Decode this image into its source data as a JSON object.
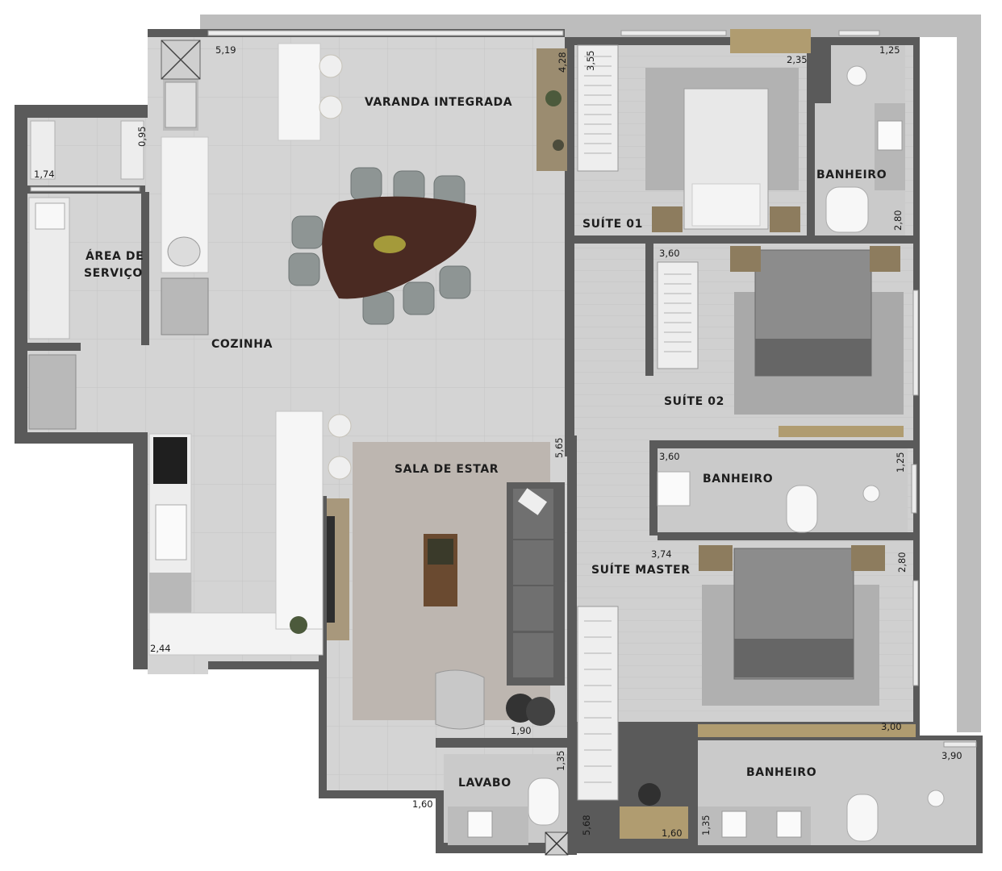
{
  "colors": {
    "wall": "#5a5a5a",
    "floor_dark": "#cfcfcf",
    "floor_light": "#d9d9d9",
    "rug": "#bdb6b0",
    "table_wood": "#4a2a22",
    "counter": "#f2f2f2"
  },
  "rooms": {
    "varanda": "VARANDA INTEGRADA",
    "suite01": "SUÍTE 01",
    "area_servico_1": "ÁREA DE",
    "area_servico_2": "SERVIÇO",
    "cozinha": "COZINHA",
    "suite02": "SUÍTE 02",
    "sala": "SALA DE ESTAR",
    "banheiro_s01": "BANHEIRO",
    "banheiro_s02": "BANHEIRO",
    "suite_master": "SUÍTE MASTER",
    "lavabo": "LAVABO",
    "banheiro_master": "BANHEIRO"
  },
  "dimensions": {
    "d_5_19": "5,19",
    "d_4_28": "4,28",
    "d_3_55": "3,55",
    "d_2_35": "2,35",
    "d_1_25_top": "1,25",
    "d_0_95": "0,95",
    "d_1_74": "1,74",
    "d_2_80_top": "2,80",
    "d_3_60_a": "3,60",
    "d_5_65": "5,65",
    "d_3_60_b": "3,60",
    "d_1_25_mid": "1,25",
    "d_3_74": "3,74",
    "d_2_80_mid": "2,80",
    "d_2_44": "2,44",
    "d_1_90": "1,90",
    "d_3_00": "3,00",
    "d_3_90": "3,90",
    "d_1_35_a": "1,35",
    "d_1_60_a": "1,60",
    "d_5_68": "5,68",
    "d_1_60_b": "1,60",
    "d_1_35_b": "1,35"
  }
}
